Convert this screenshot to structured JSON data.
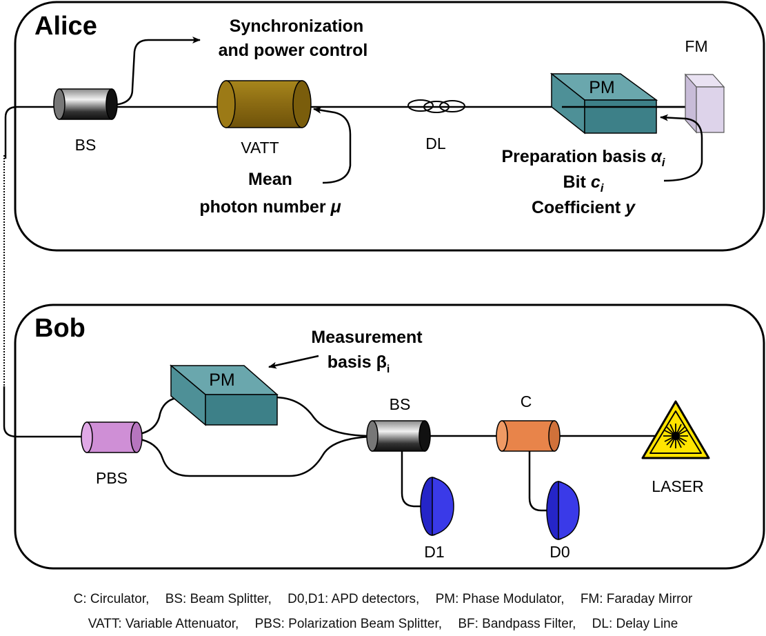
{
  "alice": {
    "title": "Alice",
    "sync_label_1": "Synchronization",
    "sync_label_2": "and power control",
    "bs_label": "BS",
    "vatt_label": "VATT",
    "dl_label": "DL",
    "pm_label": "PM",
    "fm_label": "FM",
    "mean_1": "Mean",
    "mean_2": "photon number ",
    "mean_sym": "μ",
    "prep_basis": "Preparation basis ",
    "prep_sym": "α",
    "prep_sub": "i",
    "bit": "Bit ",
    "bit_sym": "c",
    "bit_sub": "i",
    "coef": "Coefficient ",
    "coef_sym": "y"
  },
  "bob": {
    "title": "Bob",
    "meas_1": "Measurement",
    "meas_2": "basis β",
    "meas_sub": "i",
    "pm_label": "PM",
    "pbs_label": "PBS",
    "bs_label": "BS",
    "c_label": "C",
    "laser_label": "LASER",
    "d1_label": "D1",
    "d0_label": "D0"
  },
  "legend": {
    "line1": [
      "C: Circulator,",
      "BS: Beam Splitter,",
      "D0,D1: APD detectors,",
      "PM: Phase Modulator,",
      "FM: Faraday Mirror"
    ],
    "line2": [
      "VATT: Variable Attenuator,",
      "PBS: Polarization Beam Splitter,",
      "BF: Bandpass Filter,",
      "DL: Delay Line"
    ]
  },
  "colors": {
    "vatt": "#8a6a12",
    "pm_top": "#6aa7ad",
    "pm_front": "#4e9097",
    "pm_side": "#3d7d84",
    "pbs": "#cf8fd6",
    "circulator": "#e8844a",
    "detector": "#3a3ae8",
    "laser_yellow": "#ffe400",
    "fm": "#ddd3ea"
  }
}
